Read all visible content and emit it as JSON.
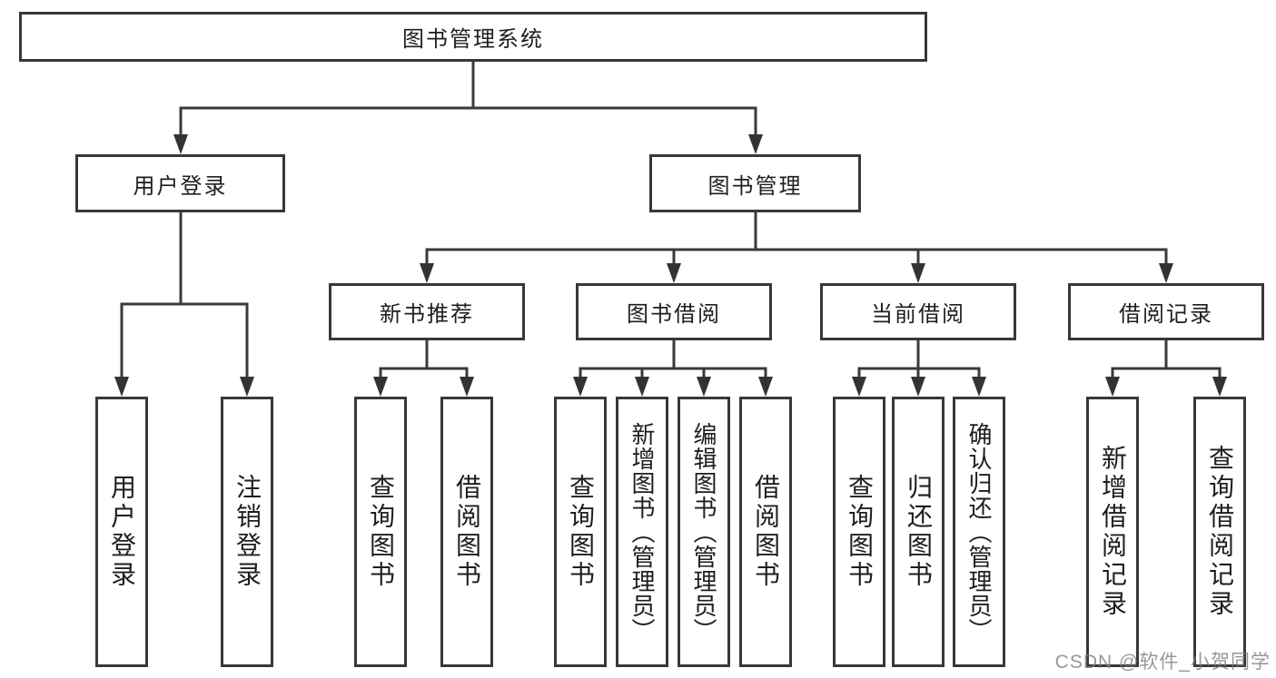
{
  "diagram": {
    "title": "图书管理系统",
    "watermark": "CSDN @软件_小贺同学",
    "colors": {
      "line": "#3a3a3a",
      "border": "#383838",
      "text": "#1e1e1e",
      "background": "#ffffff",
      "watermark": "#7d7d7d"
    },
    "nodes": {
      "root": {
        "label": "图书管理系统",
        "children": [
          "login",
          "book_mgmt"
        ]
      },
      "login": {
        "label": "用户登录",
        "children": [
          "user_login",
          "logout"
        ]
      },
      "book_mgmt": {
        "label": "图书管理",
        "children": [
          "new_book_rec",
          "book_borrow",
          "current_borrow",
          "borrow_records"
        ]
      },
      "new_book_rec": {
        "label": "新书推荐",
        "children": [
          "rec_query",
          "rec_borrow"
        ]
      },
      "book_borrow": {
        "label": "图书借阅",
        "children": [
          "bb_query",
          "bb_add",
          "bb_edit",
          "bb_borrow"
        ]
      },
      "current_borrow": {
        "label": "当前借阅",
        "children": [
          "cb_query",
          "cb_return",
          "cb_confirm"
        ]
      },
      "borrow_records": {
        "label": "借阅记录",
        "children": [
          "br_add",
          "br_query"
        ]
      },
      "user_login": {
        "label": "用户登录"
      },
      "logout": {
        "label": "注销登录"
      },
      "rec_query": {
        "label": "查询图书"
      },
      "rec_borrow": {
        "label": "借阅图书"
      },
      "bb_query": {
        "label": "查询图书"
      },
      "bb_add": {
        "label": "新增图书（管理员）"
      },
      "bb_edit": {
        "label": "编辑图书（管理员）"
      },
      "bb_borrow": {
        "label": "借阅图书"
      },
      "cb_query": {
        "label": "查询图书"
      },
      "cb_return": {
        "label": "归还图书"
      },
      "cb_confirm": {
        "label": "确认归还（管理员）"
      },
      "br_add": {
        "label": "新增借阅记录"
      },
      "br_query": {
        "label": "查询借阅记录"
      }
    }
  }
}
